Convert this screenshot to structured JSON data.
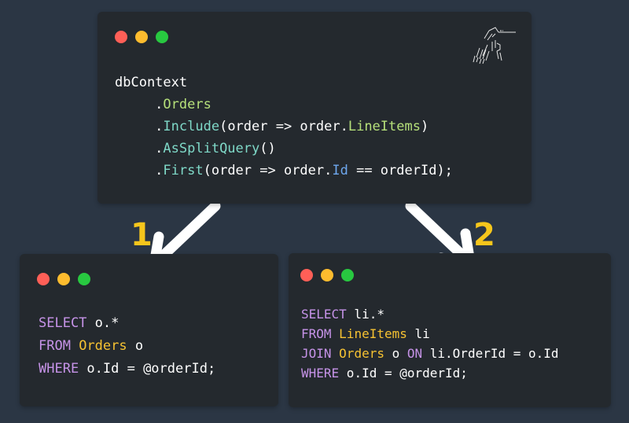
{
  "top_window": {
    "code_lines": [
      [
        {
          "t": "dbContext",
          "c": "plain"
        }
      ],
      [
        {
          "t": "     .",
          "c": "plain"
        },
        {
          "t": "Orders",
          "c": "prop"
        }
      ],
      [
        {
          "t": "     .",
          "c": "plain"
        },
        {
          "t": "Include",
          "c": "meth"
        },
        {
          "t": "(order => order.",
          "c": "plain"
        },
        {
          "t": "LineItems",
          "c": "prop"
        },
        {
          "t": ")",
          "c": "plain"
        }
      ],
      [
        {
          "t": "     .",
          "c": "plain"
        },
        {
          "t": "AsSplitQuery",
          "c": "meth"
        },
        {
          "t": "()",
          "c": "plain"
        }
      ],
      [
        {
          "t": "     .",
          "c": "plain"
        },
        {
          "t": "First",
          "c": "meth"
        },
        {
          "t": "(order => order.",
          "c": "plain"
        },
        {
          "t": "Id",
          "c": "ident"
        },
        {
          "t": " == orderId);",
          "c": "plain"
        }
      ]
    ]
  },
  "left_window": {
    "code_lines": [
      [
        {
          "t": "SELECT",
          "c": "kw"
        },
        {
          "t": " o.*",
          "c": "plain"
        }
      ],
      [
        {
          "t": "FROM",
          "c": "kw"
        },
        {
          "t": " ",
          "c": "plain"
        },
        {
          "t": "Orders",
          "c": "tbl"
        },
        {
          "t": " o",
          "c": "plain"
        }
      ],
      [
        {
          "t": "WHERE",
          "c": "kw"
        },
        {
          "t": " o.Id = @orderId;",
          "c": "plain"
        }
      ]
    ]
  },
  "right_window": {
    "code_lines": [
      [
        {
          "t": "SELECT",
          "c": "kw"
        },
        {
          "t": " li.*",
          "c": "plain"
        }
      ],
      [
        {
          "t": "FROM",
          "c": "kw"
        },
        {
          "t": " ",
          "c": "plain"
        },
        {
          "t": "LineItems",
          "c": "tbl"
        },
        {
          "t": " li",
          "c": "plain"
        }
      ],
      [
        {
          "t": "JOIN",
          "c": "kw"
        },
        {
          "t": " ",
          "c": "plain"
        },
        {
          "t": "Orders",
          "c": "tbl"
        },
        {
          "t": " o ",
          "c": "plain"
        },
        {
          "t": "ON",
          "c": "kw"
        },
        {
          "t": " li.OrderId = o.Id",
          "c": "plain"
        }
      ],
      [
        {
          "t": "WHERE",
          "c": "kw"
        },
        {
          "t": " o.Id = @orderId;",
          "c": "plain"
        }
      ]
    ]
  },
  "labels": {
    "one": "1",
    "two": "2"
  },
  "colors": {
    "background": "#2b3644",
    "window": "#24292e",
    "keyword": "#c693e8",
    "table": "#f6c232",
    "property": "#b6e07a",
    "method": "#7fd9c8",
    "identifier": "#6ea8ee",
    "label": "#f6c61c",
    "arrow": "#ffffff"
  }
}
